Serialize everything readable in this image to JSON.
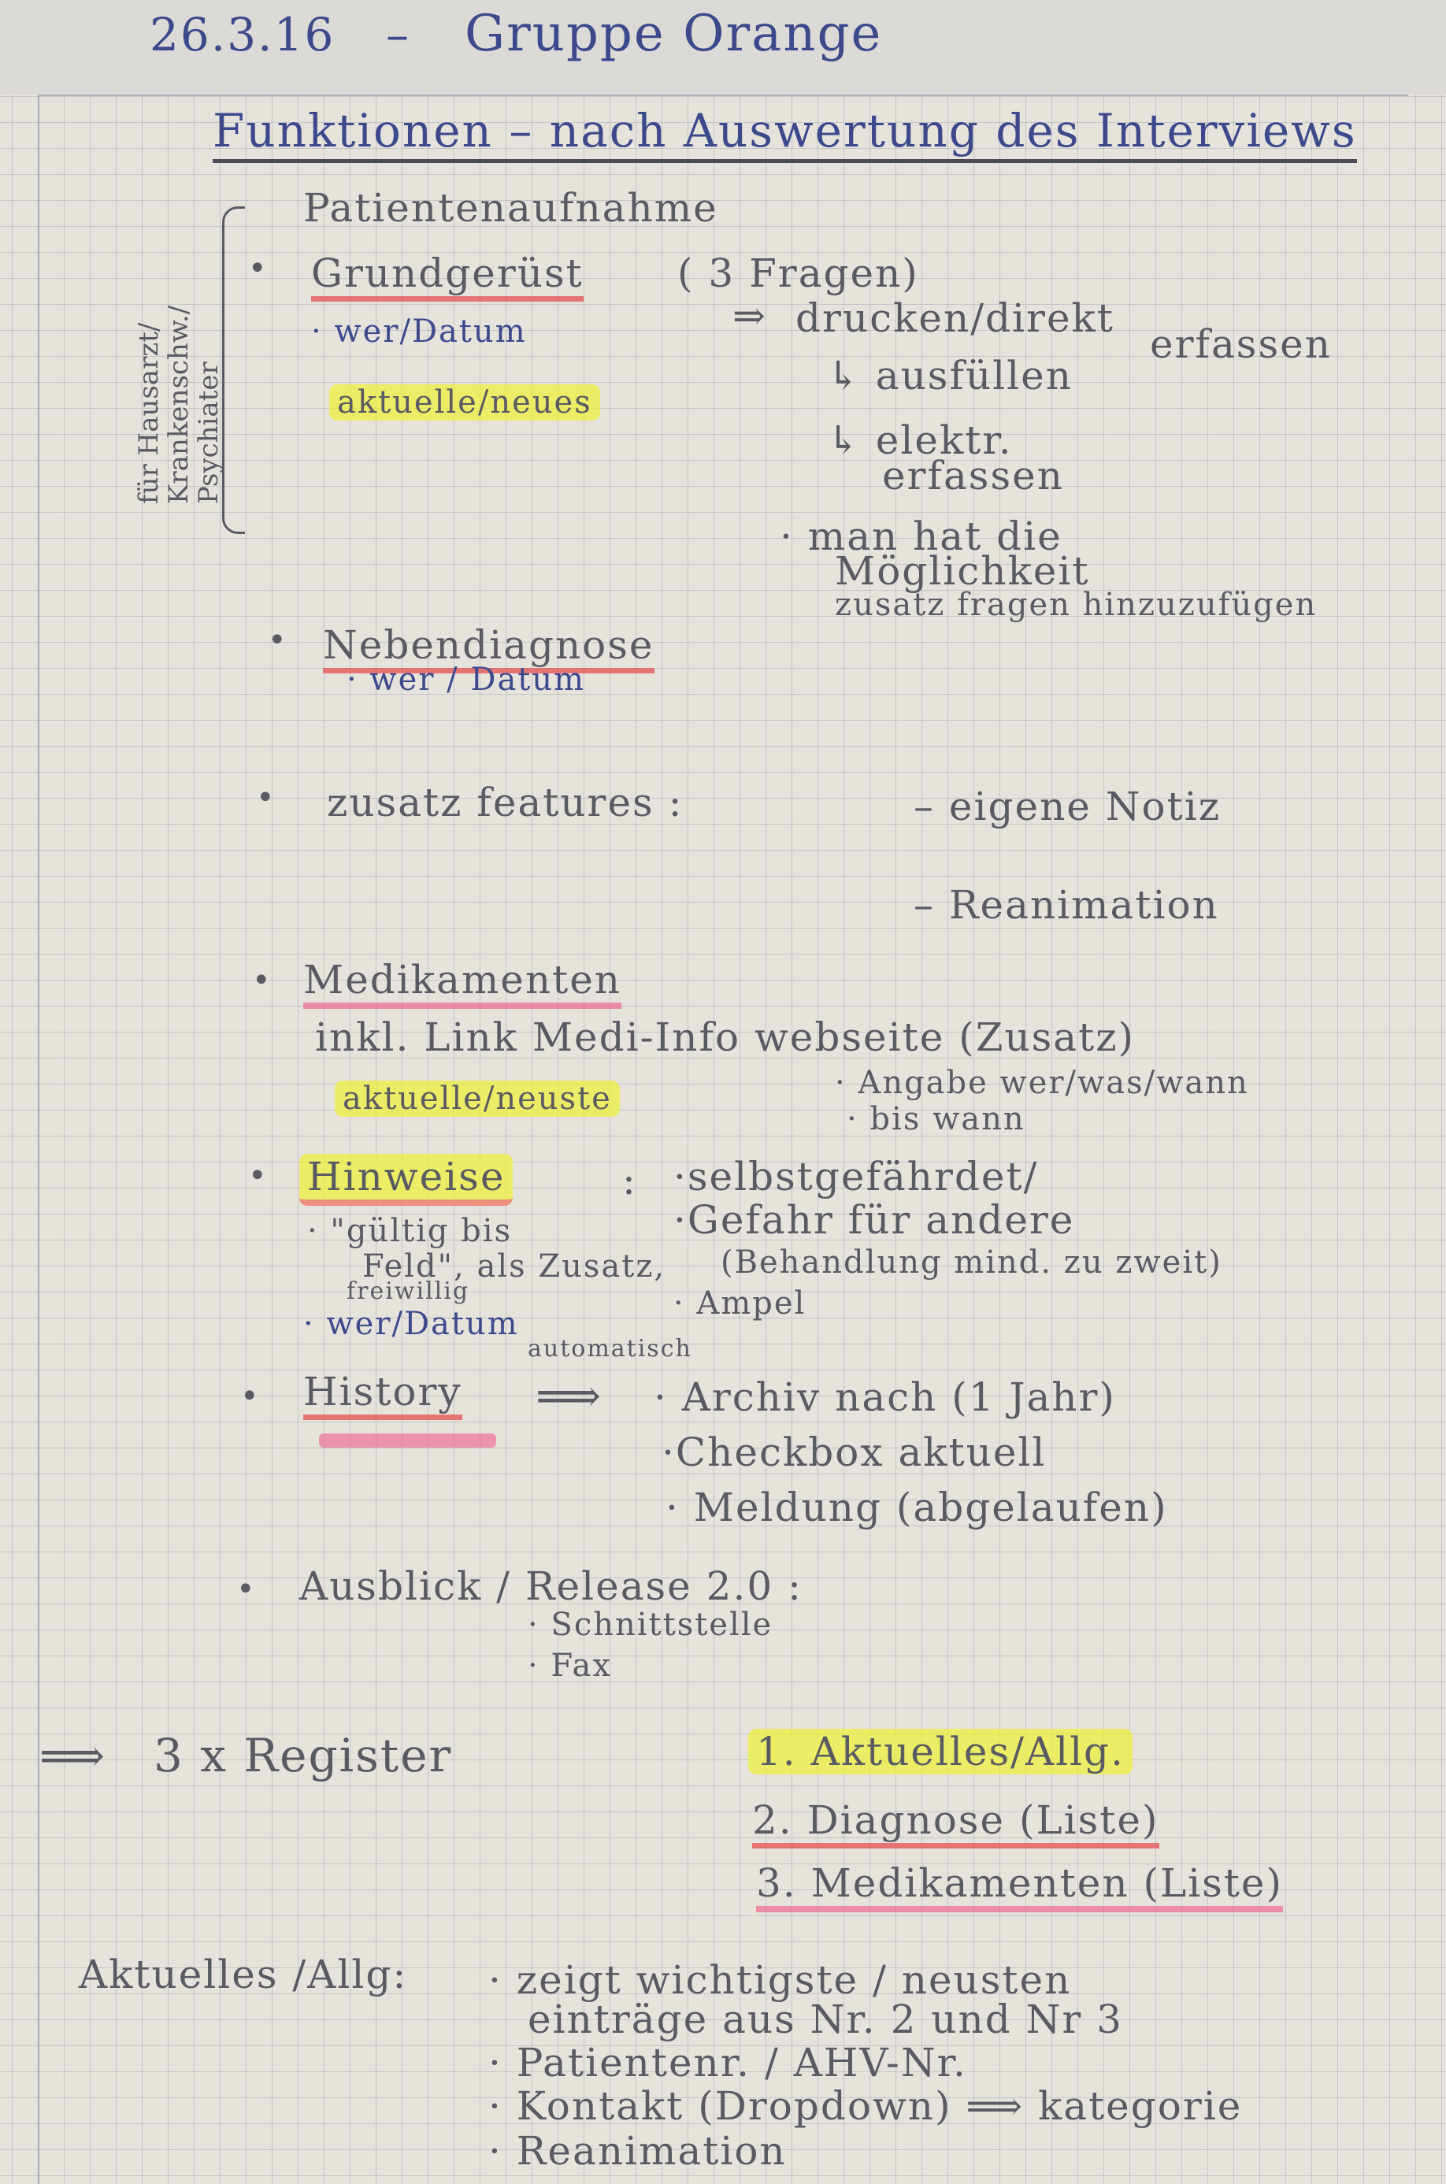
{
  "header": {
    "date": "26.3.16",
    "dash": "–",
    "group": "Gruppe Orange"
  },
  "title": "Funktionen – nach Auswertung des Interviews",
  "side_note": {
    "line1": "für Hausarzt/",
    "line2": "Krankenschw./",
    "line3": "Psychiater"
  },
  "patient_intake": "Patientenaufnahme",
  "grundgeruest": {
    "label": "Grundgerüst",
    "paren": "( 3 Fragen)",
    "sub": "· wer/Datum",
    "highlight": "aktuelle/neues",
    "arrow_text": "drucken/direkt",
    "erfassen": "erfassen",
    "ausfuellen": "↳ ausfüllen",
    "elektr": "↳ elektr.",
    "erfassen2": "erfassen",
    "note_line1": "· man hat die",
    "note_line2": "Möglichkeit",
    "note_line3": "zusatz fragen hinzuzufügen"
  },
  "nebendiagnose": {
    "label": "Nebendiagnose",
    "sub": "· wer / Datum"
  },
  "zusatz": {
    "label": "zusatz features :",
    "item1": "– eigene Notiz",
    "item2": "– Reanimation"
  },
  "medikamenten": {
    "label": "Medikamenten",
    "sub": "inkl. Link Medi-Info webseite (Zusatz)",
    "highlight": "aktuelle/neuste",
    "note1": "· Angabe wer/was/wann",
    "note2": "· bis wann"
  },
  "hinweise": {
    "label": "Hinweise",
    "colon": ":",
    "item1": "·selbstgefährdet/",
    "item2": "·Gefahr für andere",
    "item3": "(Behandlung mind. zu zweit)",
    "item4": "· Ampel",
    "left1": "· \"gültig bis",
    "left2": "Feld\", als Zusatz,",
    "left3": "freiwillig",
    "left4": "· wer/Datum",
    "left5": "automatisch"
  },
  "history": {
    "label": "History",
    "arrow": "⟹",
    "item1": "· Archiv nach (1 Jahr)",
    "item2": "·Checkbox aktuell",
    "item3": "· Meldung (abgelaufen)"
  },
  "ausblick": {
    "label": "Ausblick / Release 2.0 :",
    "item1": "· Schnittstelle",
    "item2": "· Fax"
  },
  "register": {
    "arrow": "⟹",
    "label": "3 x Register",
    "item1": "1. Aktuelles/Allg.",
    "item2": "2. Diagnose (Liste)",
    "item3": "3. Medikamenten (Liste)"
  },
  "aktuelles": {
    "label": "Aktuelles /Allg:",
    "item1": "· zeigt wichtigste / neusten",
    "item1b": "einträge aus Nr. 2 und Nr 3",
    "item2": "· Patientenr. / AHV-Nr.",
    "item3": "· Kontakt (Dropdown) ⟹ kategorie",
    "item4": "· Reanimation"
  }
}
